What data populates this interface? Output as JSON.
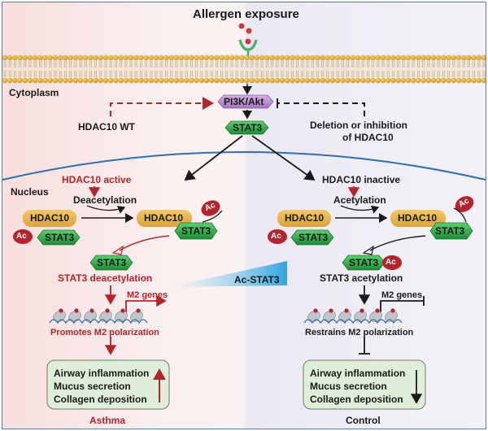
{
  "title": "Allergen exposure",
  "compartments": {
    "cytoplasm": "Cytoplasm",
    "nucleus": "Nucleus"
  },
  "cytoplasm": {
    "pi3k": "PI3K/Akt",
    "stat3": "STAT3",
    "hdac10_wt": "HDAC10 WT",
    "deletion": [
      "Deletion or inhibition",
      "of HDAC10"
    ]
  },
  "left": {
    "state": "HDAC10 active",
    "process": "Deacetylation",
    "hdac10": "HDAC10",
    "stat3": "STAT3",
    "ac": "Ac",
    "result": "STAT3 deacetylation",
    "genes": "M2 genes",
    "effect": "Promotes M2 polarization",
    "outcomes": [
      "Airway inflammation",
      "Mucus secretion",
      "Collagen deposition"
    ],
    "condition": "Asthma"
  },
  "right": {
    "state": "HDAC10 inactive",
    "process": "Acetylation",
    "hdac10": "HDAC10",
    "stat3": "STAT3",
    "ac": "Ac",
    "result": "STAT3 acetylation",
    "genes": "M2 genes",
    "effect": "Restrains M2 polarization",
    "outcomes": [
      "Airway inflammation",
      "Mucus secretion",
      "Collagen deposition"
    ],
    "condition": "Control"
  },
  "gradient_label": "Ac-STAT3",
  "colors": {
    "red": "#b5242a",
    "black": "#1a1a1a",
    "stat3_green": "#2fa94a",
    "hdac_orange": "#e8b24a",
    "pi3k_purple": "#b98bcf",
    "outcome_box": "#dfeed8",
    "nucleus_line": "#2e6fb0"
  }
}
